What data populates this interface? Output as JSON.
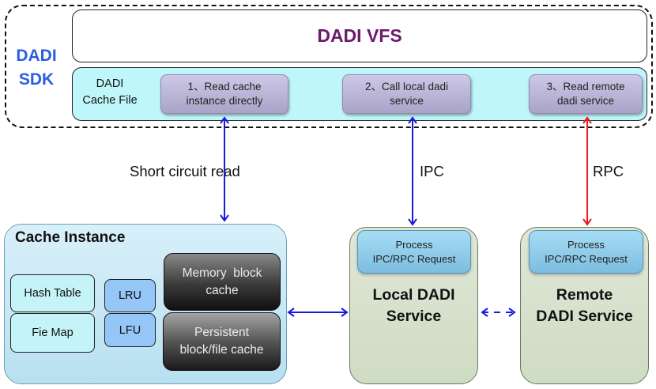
{
  "sdk": {
    "label_line1": "DADI",
    "label_line2": "SDK"
  },
  "vfs": {
    "title": "DADI VFS"
  },
  "cache_file": {
    "label_line1": "DADI",
    "label_line2": "Cache File",
    "steps": [
      {
        "line1": "1、Read cache",
        "line2": "instance directly"
      },
      {
        "line1": "2、Call local dadi",
        "line2": "service"
      },
      {
        "line1": "3、Read remote",
        "line2": "dadi service"
      }
    ]
  },
  "connections": [
    {
      "label": "Short circuit read",
      "color": "#1a1adc",
      "style": "solid-bidirectional"
    },
    {
      "label": "IPC",
      "color": "#1a1adc",
      "style": "solid-bidirectional"
    },
    {
      "label": "RPC",
      "color": "#e81c1c",
      "style": "solid-bidirectional"
    },
    {
      "label": "",
      "color": "#1a1adc",
      "style": "solid-bidirectional"
    },
    {
      "label": "",
      "color": "#1a1adc",
      "style": "dashed-bidirectional"
    }
  ],
  "cache_instance": {
    "title": "Cache Instance",
    "hash_table": "Hash Table",
    "file_map": "Fie Map",
    "lru": "LRU",
    "lfu": "LFU",
    "memory_cache_line1": "Memory  block",
    "memory_cache_line2": "cache",
    "persistent_cache_line1": "Persistent",
    "persistent_cache_line2": "block/file cache"
  },
  "local_service": {
    "process_line1": "Process",
    "process_line2": "IPC/RPC Request",
    "title_line1": "Local DADI",
    "title_line2": "Service"
  },
  "remote_service": {
    "process_line1": "Process",
    "process_line2": "IPC/RPC Request",
    "title_line1": "Remote",
    "title_line2": "DADI Service"
  },
  "colors": {
    "sdk_label": "#2a5fe0",
    "vfs_title": "#6b1a6e",
    "ipc_arrow": "#1a1adc",
    "rpc_arrow": "#e81c1c"
  }
}
